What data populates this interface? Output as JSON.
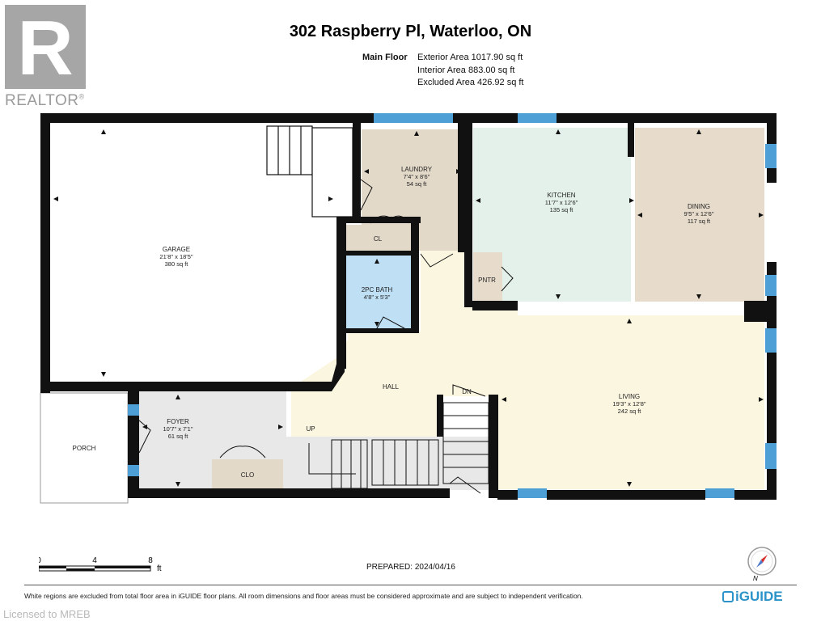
{
  "header": {
    "logo_text": "R",
    "brand": "REALTOR",
    "registered": "®",
    "title": "302 Raspberry Pl, Waterloo, ON",
    "floor_label": "Main Floor",
    "areas": [
      "Exterior Area 1017.90 sq ft",
      "Interior Area 883.00 sq ft",
      "Excluded Area 426.92 sq ft"
    ]
  },
  "rooms": {
    "garage": {
      "name": "GARAGE",
      "dims": "21'8\" x 18'5\"",
      "area": "380 sq ft"
    },
    "laundry": {
      "name": "LAUNDRY",
      "dims": "7'4\" x 8'6\"",
      "area": "54 sq ft"
    },
    "kitchen": {
      "name": "KITCHEN",
      "dims": "11'7\" x 12'6\"",
      "area": "135 sq ft"
    },
    "dining": {
      "name": "DINING",
      "dims": "9'5\" x 12'6\"",
      "area": "117 sq ft"
    },
    "bath": {
      "name": "2PC BATH",
      "dims": "4'8\" x 5'3\""
    },
    "cl": {
      "name": "CL"
    },
    "pntr": {
      "name": "PNTR"
    },
    "hall": {
      "name": "HALL"
    },
    "living": {
      "name": "LIVING",
      "dims": "19'3\" x 12'8\"",
      "area": "242 sq ft"
    },
    "foyer": {
      "name": "FOYER",
      "dims": "10'7\" x 7'1\"",
      "area": "61 sq ft"
    },
    "porch": {
      "name": "PORCH"
    },
    "clo": {
      "name": "CLO"
    },
    "stairs_up": "UP",
    "stairs_down": "DN"
  },
  "scale": {
    "ticks": [
      "0",
      "4",
      "8"
    ],
    "unit": "ft"
  },
  "prepared": "PREPARED: 2024/04/16",
  "compass": {
    "label": "N"
  },
  "disclaimer": "White regions are excluded from total floor area in iGUIDE floor plans. All room dimensions and floor areas must be considered approximate and are subject to independent verification.",
  "brand_footer": "iGUIDE",
  "licensed": "Licensed to MREB",
  "colors": {
    "wall": "#111111",
    "window": "#4d9fd6",
    "laundry": "#e3d9c9",
    "kitchen": "#e3f1ea",
    "dining": "#e7dccb",
    "bath": "#bfdff5",
    "hall_living": "#fbf6e0",
    "foyer": "#e8e8e8",
    "iguide": "#2c93c9"
  }
}
